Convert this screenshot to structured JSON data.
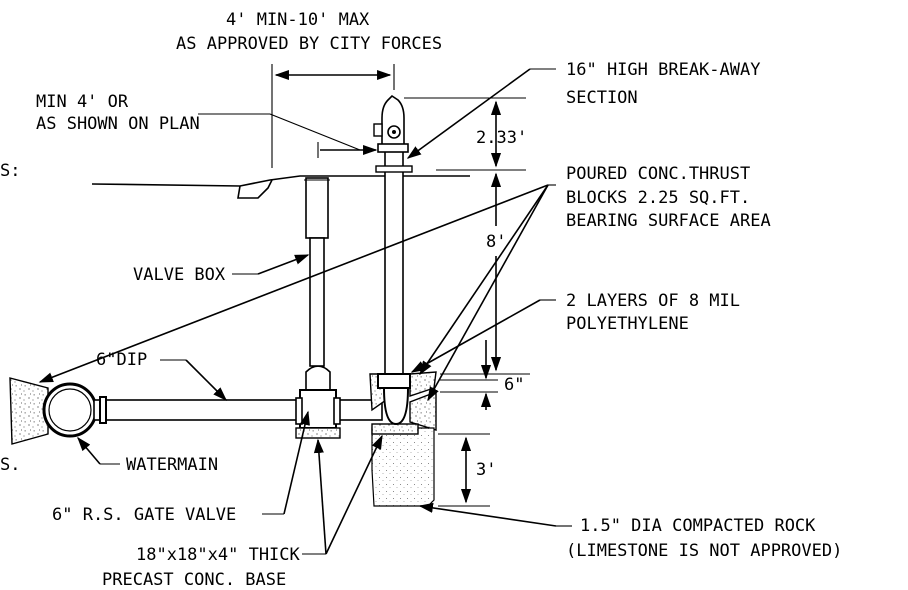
{
  "labels": {
    "dim_top_line1": "4' MIN-10' MAX",
    "dim_top_line2": "AS APPROVED BY CITY FORCES",
    "min4_line1": "MIN 4' OR",
    "min4_line2": "AS SHOWN ON PLAN",
    "breakaway_line1": "16\" HIGH BREAK-AWAY",
    "breakaway_line2": "SECTION",
    "dim_233": "2.33'",
    "thrust_line1": "POURED CONC.THRUST",
    "thrust_line2": "BLOCKS 2.25 SQ.FT.",
    "thrust_line3": "BEARING SURFACE AREA",
    "dim_8": "8'",
    "valve_box": "VALVE BOX",
    "poly_line1": "2 LAYERS OF 8 MIL",
    "poly_line2": "POLYETHYLENE",
    "dip": "6\"DIP",
    "dim_6in": "6\"",
    "dim_3": "3'",
    "watermain": "WATERMAIN",
    "gate_valve": "6\" R.S. GATE VALVE",
    "base_line1": "18\"x18\"x4\" THICK",
    "base_line2": "PRECAST CONC. BASE",
    "rock_line1": "1.5\" DIA COMPACTED ROCK",
    "rock_line2": "(LIMESTONE IS NOT APPROVED)",
    "edge_top": "S:",
    "edge_bottom": "S."
  }
}
